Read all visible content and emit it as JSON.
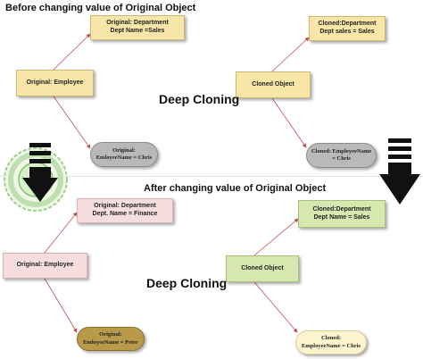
{
  "top": {
    "heading": "Before changing value of Original Object",
    "title": "Deep Cloning",
    "original_department_line1": "Original: Department",
    "original_department_line2": "Dept Name =Sales",
    "original_employee": "Original: Employee",
    "original_name_line1": "Original:",
    "original_name_line2": "EmloyeeName = Chris",
    "cloned_department_line1": "Cloned:Department",
    "cloned_department_line2": "Dept sales = Sales",
    "cloned_object": "Cloned Object",
    "cloned_name_line1": "Cloned: EmployeeName",
    "cloned_name_line2": "= Chris"
  },
  "bottom": {
    "heading": "After changing value of Original Object",
    "title": "Deep Cloning",
    "original_department_line1": "Original: Department",
    "original_department_line2": "Dept. Name = Finance",
    "original_employee": "Original: Employee",
    "original_name_line1": "Original:",
    "original_name_line2": "EmloyeeName = Peter",
    "cloned_department_line1": "Cloned:Department",
    "cloned_department_line2": "Dept Name = Sales",
    "cloned_object": "Cloned Object",
    "cloned_name_line1": "Cloned:",
    "cloned_name_line2": "EmployeeName = Chris"
  },
  "colors": {
    "yellow_box": "#f8e6a8",
    "pink_box": "#f7dede",
    "green_box": "#d6e8b0",
    "gray_pill": "#b9b9b9",
    "olive_pill": "#b89a4a",
    "ivory_pill": "#fbf4cc",
    "connector": "#c05050"
  },
  "icons": [
    "down-arrow-icon",
    "seal-stamp-icon"
  ]
}
